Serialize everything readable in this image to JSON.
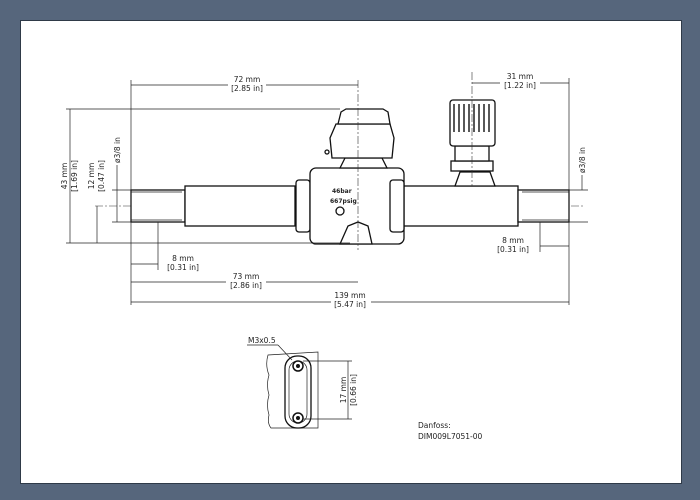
{
  "dimensions": {
    "top_overall": {
      "mm": "72 mm",
      "in": "[2.85 in]"
    },
    "gauge_offset": {
      "mm": "31 mm",
      "in": "[1.22 in]"
    },
    "height": {
      "mm": "43 mm",
      "in": "[1.69 in]"
    },
    "center_height": {
      "mm": "12 mm",
      "in": "[0.47 in]"
    },
    "pipe_left": "ø3/8 in",
    "pipe_right": "ø3/8 in",
    "insert_left": {
      "mm": "8 mm",
      "in": "[0.31 in]"
    },
    "insert_right": {
      "mm": "8 mm",
      "in": "[0.31 in]"
    },
    "to_center": {
      "mm": "73 mm",
      "in": "[2.86 in]"
    },
    "overall": {
      "mm": "139 mm",
      "in": "[5.47 in]"
    }
  },
  "detail": {
    "thread": "M3x0.5",
    "hole_spacing": {
      "mm": "17 mm",
      "in": "[0.66 in]"
    }
  },
  "body_marking": {
    "line1": "46bar",
    "line2": "667psig"
  },
  "title_block": {
    "company": "Danfoss:",
    "drawing_number": "DIM009L7051-00"
  }
}
